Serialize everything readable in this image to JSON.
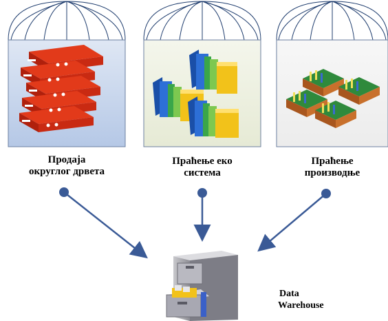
{
  "diagram": {
    "sources": [
      {
        "id": "wood",
        "label_line1": "Продаја",
        "label_line2": "округлог дрвета",
        "icon": "red-binders-icon",
        "panel_color": "#c5d5ec"
      },
      {
        "id": "eco",
        "label_line1": "Праћење еко",
        "label_line2": "система",
        "icon": "folders-icon",
        "panel_color": "#eef1e0"
      },
      {
        "id": "prod",
        "label_line1": "Праћење",
        "label_line2": "производње",
        "icon": "card-boxes-icon",
        "panel_color": "#f1f1f1"
      }
    ],
    "target": {
      "label_line1": "Data",
      "label_line2": "Warehouse",
      "icon": "filing-cabinet-icon"
    },
    "colors": {
      "arrow": "#3a5a96",
      "dome_line": "#1f3d6e",
      "panel_border": "#6b7fa0"
    }
  }
}
